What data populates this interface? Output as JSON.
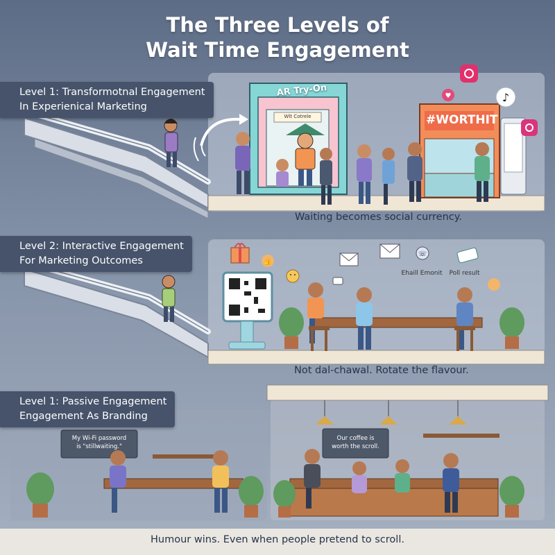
{
  "title": {
    "line1": "The Three Levels of",
    "line2": "Wait Time Engagement"
  },
  "levels": [
    {
      "label_line1": "Level 1: Transformotnal Engagement",
      "label_line2": "In Experienical Marketing",
      "caption": "Waiting becomes social currency.",
      "signs": {
        "ar_sign": "AR Try-On",
        "small_screen": "Wlt Cotrele",
        "hashtag": "#WORTHIT"
      },
      "icons": [
        "instagram-icon",
        "tiktok-icon",
        "heart-icon",
        "camera-icon"
      ]
    },
    {
      "label_line1": "Level 2: Interactive Engagement",
      "label_line2": "For Marketing Outcomes",
      "caption": "Not dal-chawal. Rotate the flavour.",
      "floating_text": {
        "email": "Ehaill Emonit",
        "poll": "Poll result"
      },
      "icons": [
        "qr-code-icon",
        "gift-icon",
        "thumbs-up-icon",
        "email-icon",
        "phone-icon",
        "ticket-icon",
        "emoji-icon"
      ]
    },
    {
      "label_line1": "Level 1: Passive Engagement",
      "label_line2": "Engagement As Branding",
      "caption": "Humour wins. Even when people pretend to scroll.",
      "boards": {
        "wifi_line1": "My Wi-Fi password",
        "wifi_line2": "is \"stillwaiting.\"",
        "coffee_line1": "Our coffee is",
        "coffee_line2": "worth the scroll."
      }
    }
  ],
  "colors": {
    "background_top": "#5d6c86",
    "label_bg": "#46536a",
    "booth_cyan": "#7fd6d8",
    "booth_pink": "#f29ab0",
    "booth_orange": "#f28d5a",
    "wood": "#a2673f"
  }
}
